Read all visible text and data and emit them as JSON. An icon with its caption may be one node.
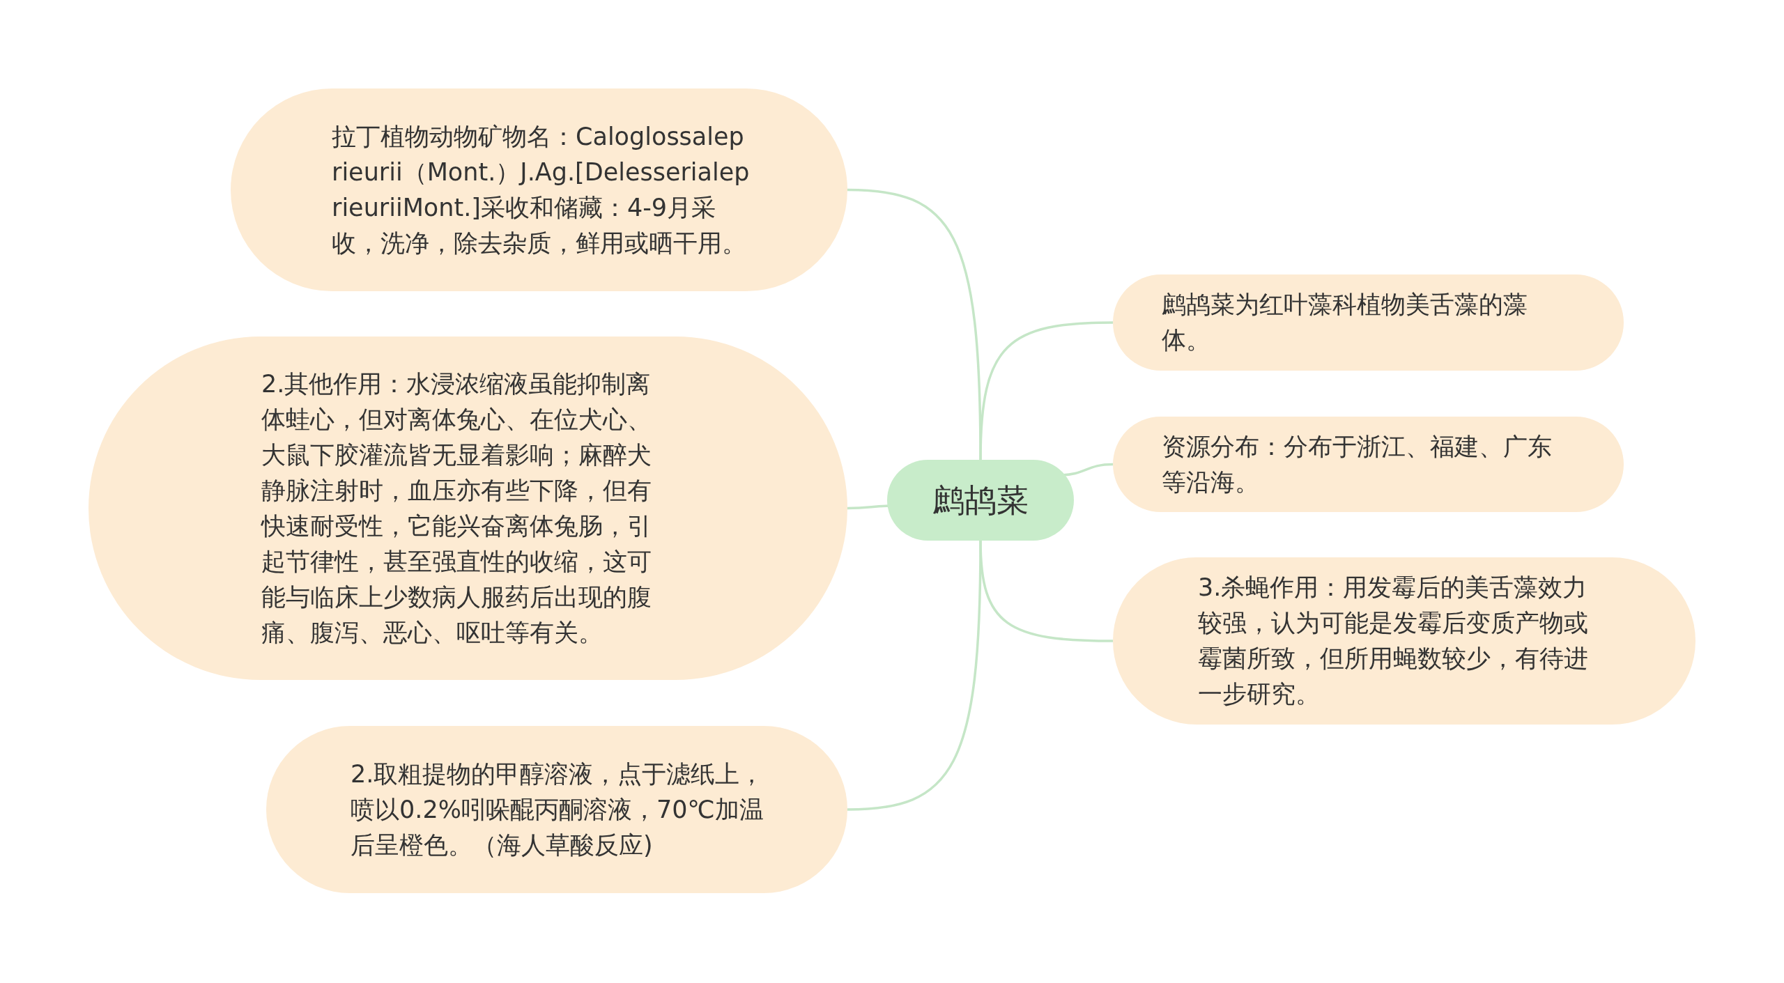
{
  "diagram": {
    "nodes": [
      {
        "text": [
          "鹧鸪菜"
        ]
      },
      {
        "text": [
          "拉丁植物动物矿物名：Caloglossaleprieurii（Mont.）J.Ag.[DelesserialeprieuriiMont.]采收和储藏：4-9月采收，洗净，除去杂质，鲜用或晒干用。"
        ]
      },
      {
        "text": [
          "2.其他作用：水浸浓缩液虽能抑制离体蛙心，但对离体兔心、在位犬心、大鼠下胶灌流皆无显着影响；麻醉犬静脉注射时，血压亦有些下降，但有快速耐受性，它能兴奋离体兔肠，引起节律性，甚至强直性的收缩，这可能与临床上少数病人服药后出现的腹痛、腹泻、恶心、呕吐等有关。"
        ]
      },
      {
        "text": [
          "2.取粗提物的甲醇溶液，点于滤纸上，喷以0.2%吲哚醌丙酮溶液，70℃加温后呈橙色。（海人草酸反应)"
        ]
      },
      {
        "text": [
          "鹧鸪菜为红叶藻科植物美舌藻的藻体。"
        ]
      },
      {
        "text": [
          "资源分布：分布于浙江、福建、广东等沿海。"
        ]
      },
      {
        "text": [
          "3.杀蝇作用：用发霉后的美舌藻效力较强，认为可能是发霉后变质产物或霉菌所致，但所用蝇数较少，有待进一步研究。"
        ]
      }
    ],
    "edges": [
      {
        "from": 0,
        "to": 1,
        "arrow": "none"
      },
      {
        "from": 0,
        "to": 2,
        "arrow": "none"
      },
      {
        "from": 0,
        "to": 3,
        "arrow": "none"
      },
      {
        "from": 0,
        "to": 4,
        "arrow": "none"
      },
      {
        "from": 0,
        "to": 5,
        "arrow": "none"
      },
      {
        "from": 0,
        "to": 6,
        "arrow": "none"
      }
    ]
  }
}
